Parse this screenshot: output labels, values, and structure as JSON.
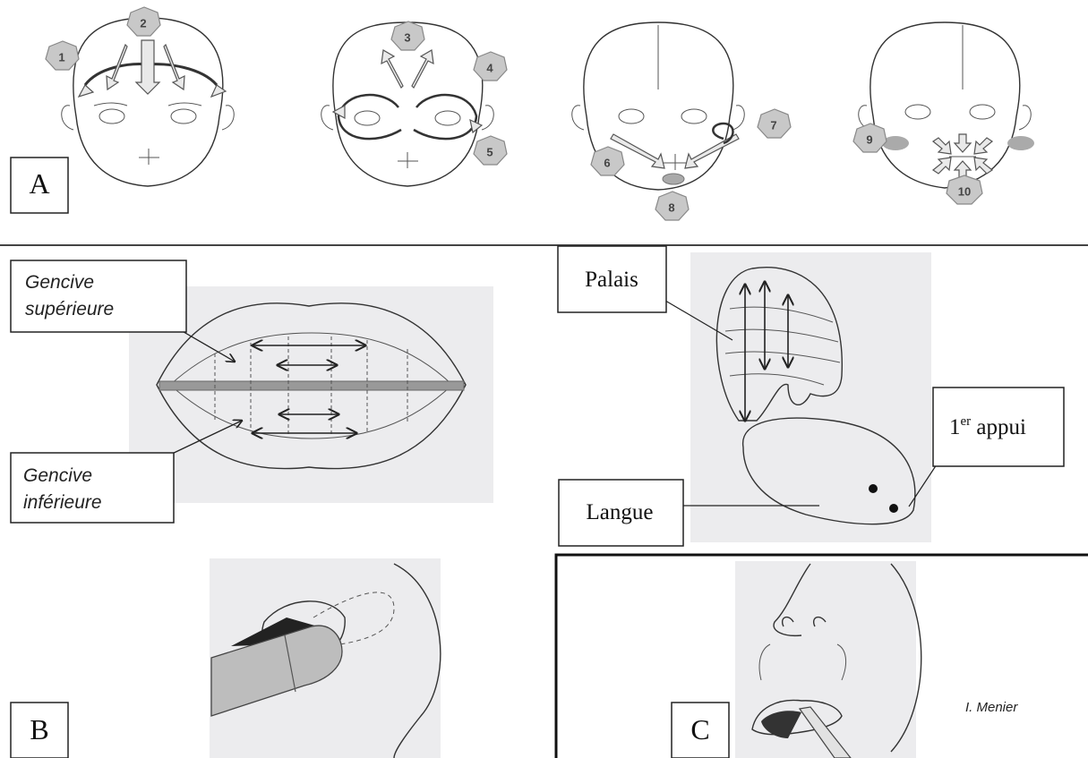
{
  "panels": {
    "a": {
      "letter": "A"
    },
    "b": {
      "letter": "B"
    },
    "c": {
      "letter": "C"
    }
  },
  "step_numbers": [
    "1",
    "2",
    "3",
    "4",
    "5",
    "6",
    "7",
    "8",
    "9",
    "10"
  ],
  "labels": {
    "gencive_sup_line1": "Gencive",
    "gencive_sup_line2": "supérieure",
    "gencive_inf_line1": "Gencive",
    "gencive_inf_line2": "inférieure",
    "palais": "Palais",
    "langue": "Langue",
    "appui_num": "1",
    "appui_sup": "er",
    "appui_word": " appui"
  },
  "credit": "I. Menier"
}
